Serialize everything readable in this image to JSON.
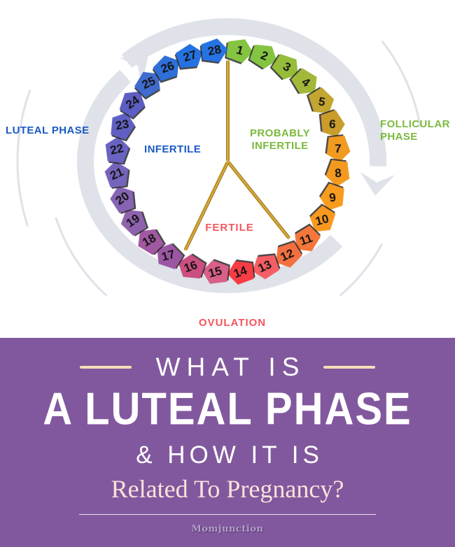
{
  "colors": {
    "banner_bg": "#81589e",
    "arrow_gray": "#dfe2e9",
    "hand_gold": "#c89d2f",
    "phase_blue": "#1a5ac4",
    "phase_green": "#7cb93e",
    "phase_pink": "#f4555e",
    "dash_cream": "#f6ddb8",
    "serif_cream": "#f9e2da",
    "day_number": "#141414"
  },
  "wheel": {
    "labels": {
      "luteal": "LUTEAL PHASE",
      "follicular": "FOLLICULAR\nPHASE",
      "infertile": "INFERTILE",
      "probably_infertile": "PROBABLY\nINFERTILE",
      "fertile": "FERTILE",
      "ovulation": "OVULATION"
    },
    "sections": [
      {
        "name": "probably-infertile",
        "days": "1-11"
      },
      {
        "name": "fertile",
        "days": "12-16"
      },
      {
        "name": "infertile",
        "days": "17-28"
      }
    ],
    "days": [
      {
        "day": "1",
        "color": "#84c441",
        "phase": "probably-infertile"
      },
      {
        "day": "2",
        "color": "#84c441",
        "phase": "probably-infertile"
      },
      {
        "day": "3",
        "color": "#95bd3a",
        "phase": "probably-infertile"
      },
      {
        "day": "4",
        "color": "#a2b838",
        "phase": "probably-infertile"
      },
      {
        "day": "5",
        "color": "#c4a530",
        "phase": "probably-infertile"
      },
      {
        "day": "6",
        "color": "#c99c2b",
        "phase": "probably-infertile"
      },
      {
        "day": "7",
        "color": "#f09b21",
        "phase": "probably-infertile"
      },
      {
        "day": "8",
        "color": "#f39a1e",
        "phase": "probably-infertile"
      },
      {
        "day": "9",
        "color": "#f89c1d",
        "phase": "probably-infertile"
      },
      {
        "day": "10",
        "color": "#f8991f",
        "phase": "probably-infertile"
      },
      {
        "day": "11",
        "color": "#f57739",
        "phase": "probably-infertile"
      },
      {
        "day": "12",
        "color": "#f47040",
        "phase": "fertile"
      },
      {
        "day": "13",
        "color": "#f55e64",
        "phase": "fertile"
      },
      {
        "day": "14",
        "color": "#f73c44",
        "phase": "fertile"
      },
      {
        "day": "15",
        "color": "#d75f88",
        "phase": "fertile"
      },
      {
        "day": "16",
        "color": "#cb4f80",
        "phase": "fertile"
      },
      {
        "day": "17",
        "color": "#9c57a4",
        "phase": "infertile"
      },
      {
        "day": "18",
        "color": "#a158a0",
        "phase": "infertile"
      },
      {
        "day": "19",
        "color": "#8f62ae",
        "phase": "infertile"
      },
      {
        "day": "20",
        "color": "#8663b3",
        "phase": "infertile"
      },
      {
        "day": "21",
        "color": "#7663bb",
        "phase": "infertile"
      },
      {
        "day": "22",
        "color": "#6963c2",
        "phase": "infertile"
      },
      {
        "day": "23",
        "color": "#6060c4",
        "phase": "infertile"
      },
      {
        "day": "24",
        "color": "#5d5ec3",
        "phase": "infertile"
      },
      {
        "day": "25",
        "color": "#3f6bce",
        "phase": "infertile"
      },
      {
        "day": "26",
        "color": "#2f6fd8",
        "phase": "infertile"
      },
      {
        "day": "27",
        "color": "#2472e2",
        "phase": "infertile"
      },
      {
        "day": "28",
        "color": "#2673e4",
        "phase": "infertile"
      }
    ]
  },
  "banner": {
    "line1": "WHAT IS",
    "line2": "A LUTEAL PHASE",
    "line3": "& HOW IT IS",
    "line4": "Related To Pregnancy?",
    "brand": "Momjunction"
  }
}
